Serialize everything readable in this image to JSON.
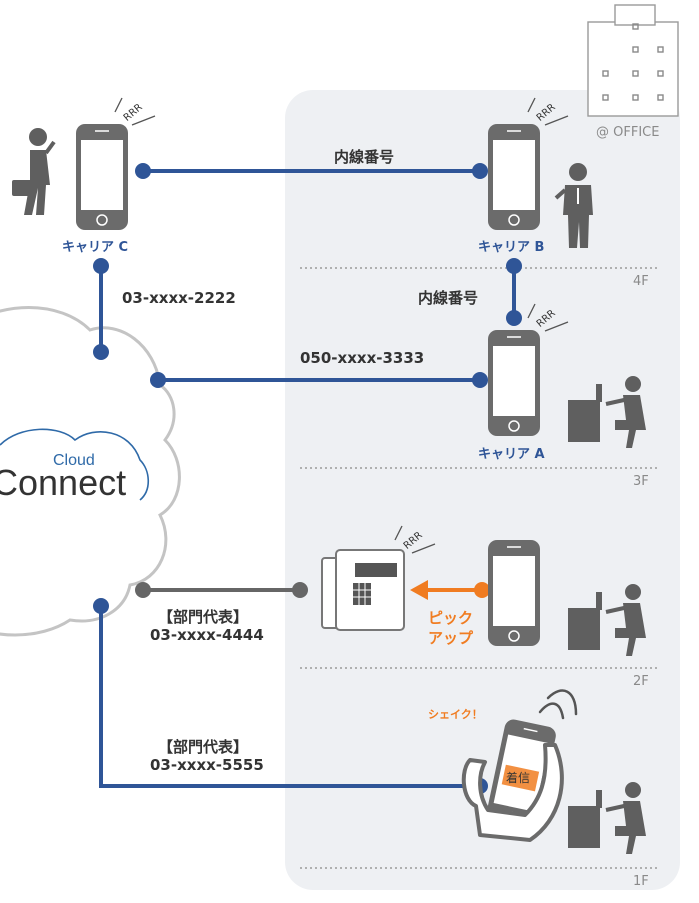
{
  "office": {
    "label": "@ OFFICE"
  },
  "floors": [
    {
      "label": "4F"
    },
    {
      "label": "3F"
    },
    {
      "label": "2F"
    },
    {
      "label": "1F"
    }
  ],
  "cloud": {
    "top": "Cloud",
    "main": "Connect"
  },
  "phones": {
    "c": {
      "carrier": "キャリア C",
      "ring": "RRR"
    },
    "b": {
      "carrier": "キャリア B",
      "ring": "RRR"
    },
    "a": {
      "carrier": "キャリア A",
      "ring": "RRR"
    },
    "desk": {
      "ring": "RRR"
    }
  },
  "connections": {
    "extension_cb": "内線番号",
    "extension_ba": "内線番号",
    "carrier_c_number": "03-xxxx-2222",
    "carrier_a_number": "050-xxxx-3333",
    "dept_rep_2f_title": "【部門代表】",
    "dept_rep_2f_number": "03-xxxx-4444",
    "pickup_line1": "ピック",
    "pickup_line2": "アップ",
    "dept_rep_1f_title": "【部門代表】",
    "dept_rep_1f_number": "03-xxxx-5555",
    "shake": "シェイク！",
    "incoming": "着信"
  },
  "colors": {
    "blue_line": "#2f5597",
    "gray_line": "#666666",
    "orange": "#f07c21",
    "office_bg": "#eef0f3",
    "phone_body": "#6b6b6b"
  }
}
